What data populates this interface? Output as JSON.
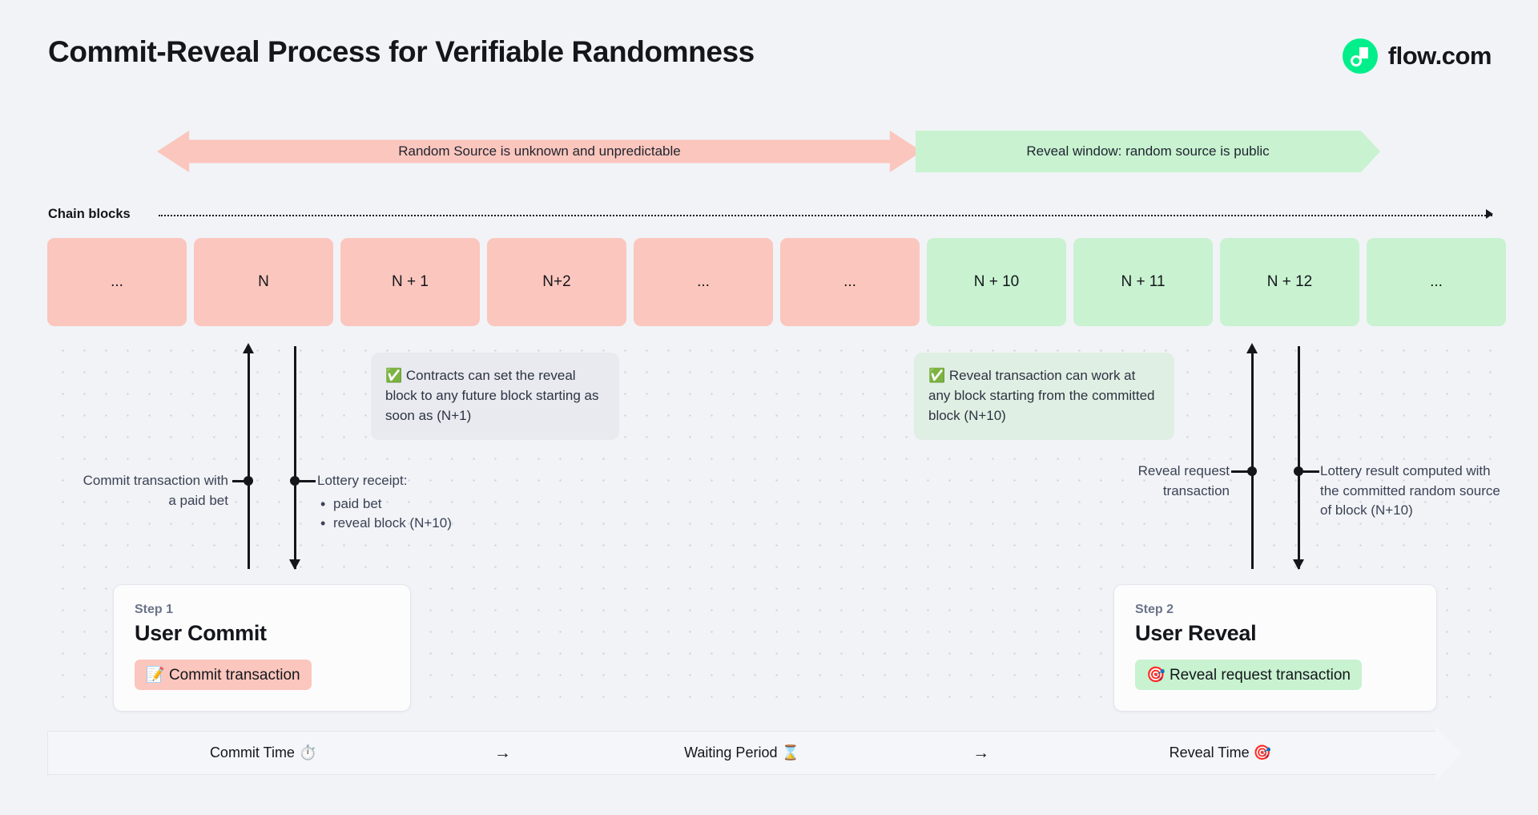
{
  "header": {
    "title": "Commit-Reveal Process for Verifiable Randomness",
    "brand_name": "flow.com",
    "brand_color": "#00ef8b"
  },
  "banners": {
    "unpredictable": {
      "label": "Random Source is unknown and unpredictable",
      "color": "#fbc6bd",
      "direction": "left"
    },
    "reveal_window": {
      "label": "Reveal window: random source is public",
      "color": "#c8f2d0",
      "direction": "right"
    }
  },
  "chain": {
    "label": "Chain blocks",
    "blocks": [
      {
        "label": "...",
        "state": "pink"
      },
      {
        "label": "N",
        "state": "pink"
      },
      {
        "label": "N + 1",
        "state": "pink"
      },
      {
        "label": "N+2",
        "state": "pink"
      },
      {
        "label": "...",
        "state": "pink"
      },
      {
        "label": "...",
        "state": "pink"
      },
      {
        "label": "N + 10",
        "state": "green"
      },
      {
        "label": "N + 11",
        "state": "green"
      },
      {
        "label": "N + 12",
        "state": "green"
      },
      {
        "label": "...",
        "state": "green"
      }
    ]
  },
  "callouts": {
    "contracts": {
      "icon": "✅",
      "text": "Contracts can set the reveal block to any future block starting as soon as (N+1)"
    },
    "reveal": {
      "icon": "✅",
      "text": "Reveal transaction can work at any block starting from the committed block (N+10)"
    }
  },
  "annotations": {
    "commit_tx": "Commit transaction with a paid bet",
    "receipt_title": "Lottery receipt:",
    "receipt_items": [
      "paid bet",
      "reveal block (N+10)"
    ],
    "reveal_request": "Reveal request transaction",
    "lottery_result": "Lottery result computed with the committed random source of block (N+10)"
  },
  "steps": [
    {
      "eyebrow": "Step 1",
      "title": "User Commit",
      "chip_icon": "📝",
      "chip_label": "Commit transaction",
      "chip_color": "#fbc6bd"
    },
    {
      "eyebrow": "Step 2",
      "title": "User Reveal",
      "chip_icon": "🎯",
      "chip_label": "Reveal request transaction",
      "chip_color": "#c8f2d0"
    }
  ],
  "timeline": {
    "segments": [
      {
        "label": "Commit Time",
        "icon": "⏱️"
      },
      {
        "label": "Waiting Period",
        "icon": "⌛"
      },
      {
        "label": "Reveal Time",
        "icon": "🎯"
      }
    ],
    "separator": "→"
  }
}
